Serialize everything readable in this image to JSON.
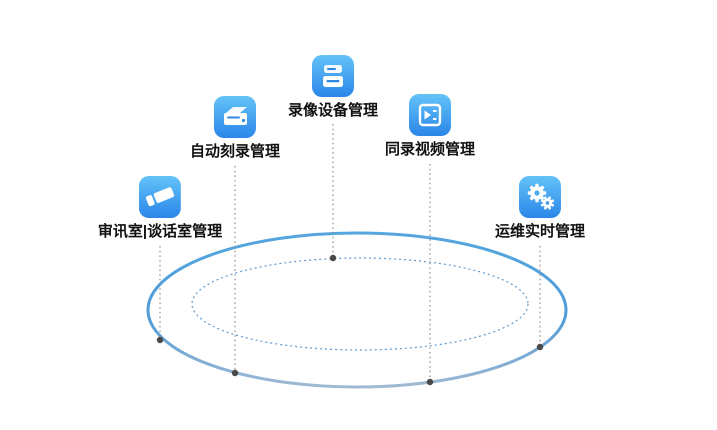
{
  "diagram": {
    "items": [
      {
        "label": "审讯室|谈话室管理",
        "icon": "interrogation-room-icon"
      },
      {
        "label": "自动刻录管理",
        "icon": "disc-burner-icon"
      },
      {
        "label": "录像设备管理",
        "icon": "recording-device-icon"
      },
      {
        "label": "同录视频管理",
        "icon": "sync-video-icon"
      },
      {
        "label": "运维实时管理",
        "icon": "gears-icon"
      }
    ],
    "colors": {
      "icon_gradient_top": "#63C3F8",
      "icon_gradient_bottom": "#2B86E8",
      "outer_ellipse_stroke": "#4E9BD8",
      "inner_ellipse_stroke": "#5B9BD5",
      "connector_line": "#8C8C8C",
      "connector_dot": "#4A4A4A",
      "label_text": "#111111"
    }
  }
}
